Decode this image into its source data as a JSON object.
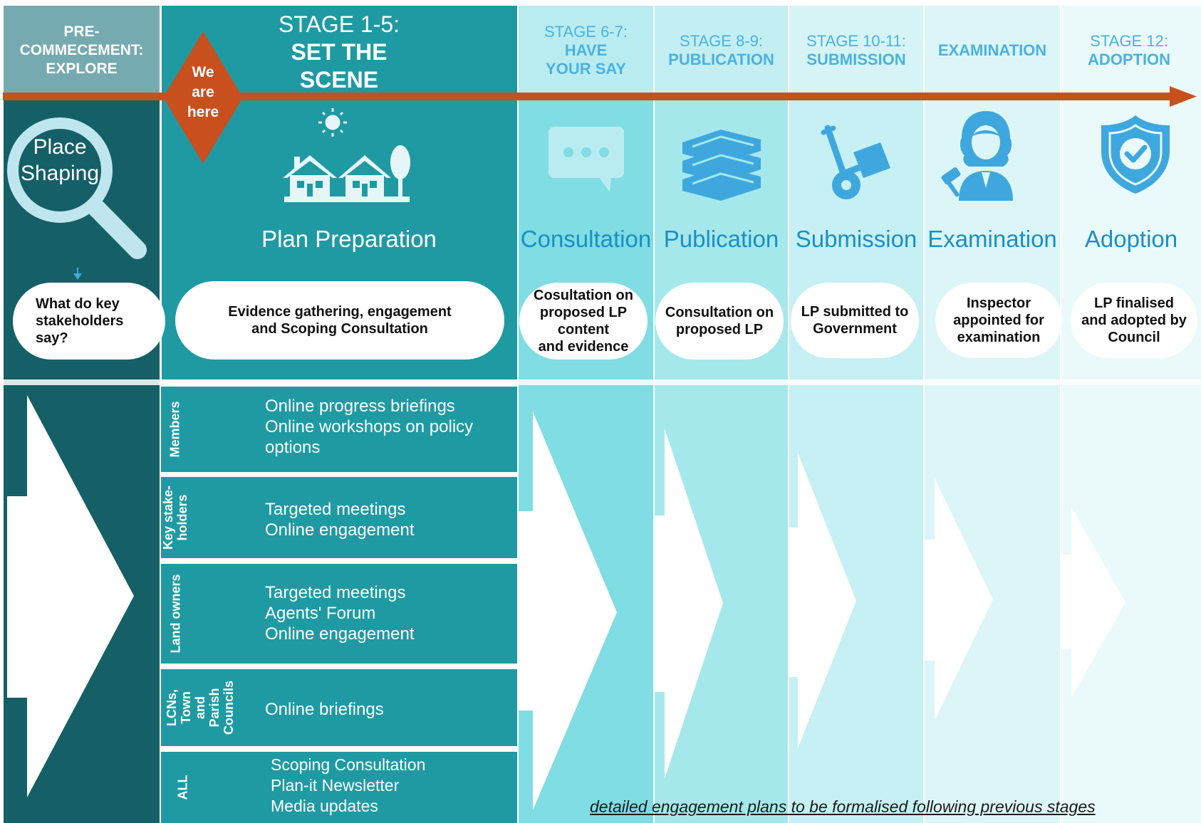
{
  "colors": {
    "dark_teal": "#156066",
    "teal": "#1f9aa3",
    "pre_header": "#75aab0",
    "arrow": "#c8501e",
    "icon_blue": "#3ea8de"
  },
  "columns": [
    {
      "id": "pre",
      "header": [
        "PRE-",
        "COMMECEMENT:",
        "EXPLORE"
      ],
      "icon": "magnifying-glass-icon",
      "title": "",
      "icon_text": [
        "Place",
        "Shaping"
      ],
      "box": [
        "What do key",
        "stakeholders",
        "say?"
      ]
    },
    {
      "id": "stage-1-5",
      "header": [
        "STAGE 1-5:",
        "SET THE",
        "SCENE"
      ],
      "icon": "houses-icon",
      "title": "Plan Preparation",
      "box": [
        "Evidence gathering, engagement",
        "and Scoping Consultation"
      ]
    },
    {
      "id": "stage-6-7",
      "header": [
        "STAGE 6-7:",
        "HAVE",
        "YOUR SAY"
      ],
      "icon": "speech-bubble-icon",
      "title": "Consultation",
      "box": [
        "Cosultation on",
        "proposed LP",
        "content",
        "and evidence"
      ]
    },
    {
      "id": "stage-8-9",
      "header": [
        "STAGE 8-9:",
        "PUBLICATION"
      ],
      "icon": "books-icon",
      "title": "Publication",
      "box": [
        "Consultation on",
        "proposed LP"
      ]
    },
    {
      "id": "stage-10-11",
      "header": [
        "STAGE 10-11:",
        "SUBMISSION"
      ],
      "icon": "hand-truck-icon",
      "title": "Submission",
      "box": [
        "LP submitted to",
        "Government"
      ]
    },
    {
      "id": "examination",
      "header": [
        "EXAMINATION"
      ],
      "icon": "inspector-icon",
      "title": "Examination",
      "box": [
        "Inspector",
        "appointed for",
        "examination"
      ]
    },
    {
      "id": "stage-12",
      "header": [
        "STAGE 12:",
        "ADOPTION"
      ],
      "icon": "shield-check-icon",
      "title": "Adoption",
      "box": [
        "LP finalised",
        "and adopted by",
        "Council"
      ]
    }
  ],
  "marker": [
    "We",
    "are",
    "here"
  ],
  "engagement_rows": [
    {
      "label": [
        "Members"
      ],
      "items": [
        "Online progress briefings",
        "Online workshops on policy",
        "options"
      ]
    },
    {
      "label": [
        "Key stake-",
        "holders"
      ],
      "items": [
        "Targeted meetings",
        "Online engagement"
      ]
    },
    {
      "label": [
        "Land owners"
      ],
      "items": [
        "Targeted meetings",
        "Agents' Forum",
        "Online engagement"
      ]
    },
    {
      "label": [
        "LCNs,",
        "Town",
        "and",
        "Parish",
        "Councils"
      ],
      "items": [
        "Online briefings"
      ]
    },
    {
      "label": [
        "ALL"
      ],
      "items": [
        "Scoping Consultation",
        "Plan-it Newsletter",
        "Media updates"
      ]
    }
  ],
  "footnote": "detailed engagement plans to be formalised following previous stages"
}
